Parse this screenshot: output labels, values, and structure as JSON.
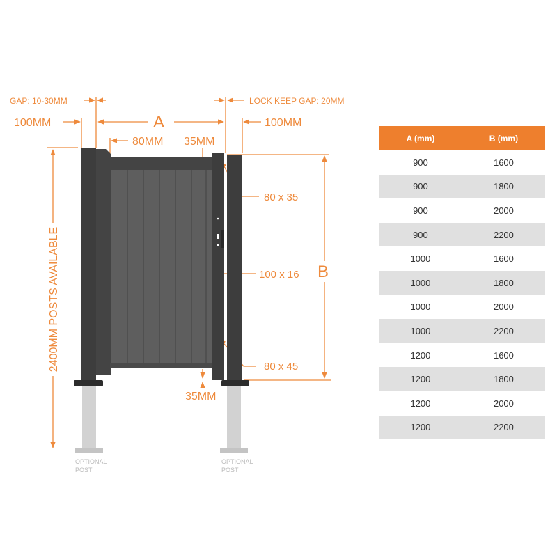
{
  "diagram": {
    "gap_label": "GAP: 10-30MM",
    "lock_keep_gap_label": "LOCK KEEP GAP: 20MM",
    "left_post_width": "100MM",
    "right_post_width": "100MM",
    "dimension_a": "A",
    "dimension_b": "B",
    "stile_width": "80MM",
    "top_rail_gap": "35MM",
    "bottom_gap": "35MM",
    "post_height": "2400MM POSTS AVAILABLE",
    "top_rail_size": "80 x 35",
    "board_size": "100 x 16",
    "stile_size": "80 x 45",
    "optional_post_left": [
      "OPTIONAL",
      "POST"
    ],
    "optional_post_right": [
      "OPTIONAL",
      "POST"
    ],
    "accent_color": "#ee7f2d",
    "frame_color": "#3d3d3d"
  },
  "table": {
    "headers": [
      "A (mm)",
      "B (mm)"
    ],
    "rows": [
      [
        "900",
        "1600"
      ],
      [
        "900",
        "1800"
      ],
      [
        "900",
        "2000"
      ],
      [
        "900",
        "2200"
      ],
      [
        "1000",
        "1600"
      ],
      [
        "1000",
        "1800"
      ],
      [
        "1000",
        "2000"
      ],
      [
        "1000",
        "2200"
      ],
      [
        "1200",
        "1600"
      ],
      [
        "1200",
        "1800"
      ],
      [
        "1200",
        "2000"
      ],
      [
        "1200",
        "2200"
      ]
    ]
  }
}
